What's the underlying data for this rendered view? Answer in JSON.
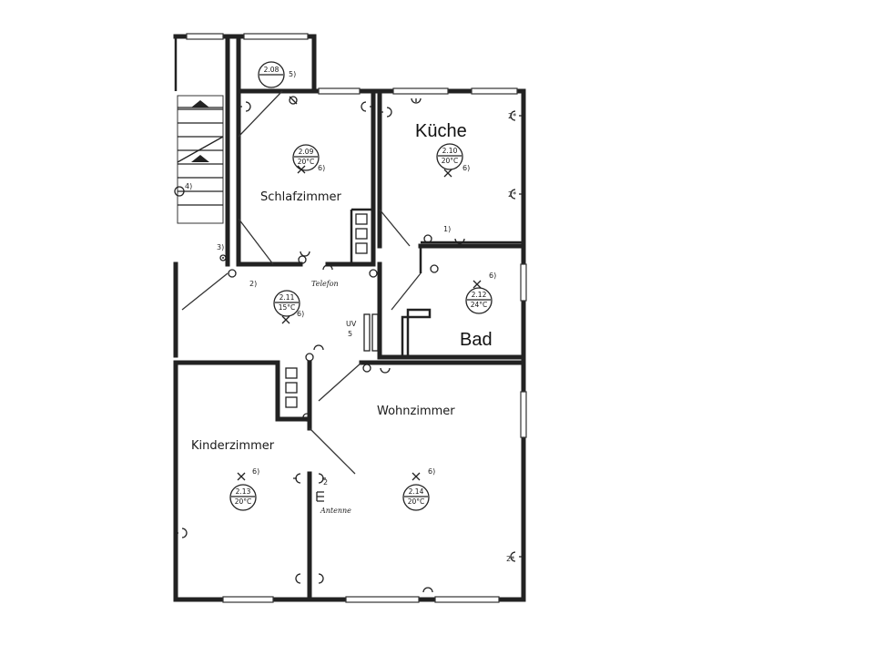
{
  "rooms": {
    "schlafzimmer": "Schlafzimmer",
    "kueche": "Küche",
    "bad": "Bad",
    "wohnzimmer": "Wohnzimmer",
    "kinderzimmer": "Kinderzimmer"
  },
  "markers": [
    {
      "id": "2.08",
      "temp": ""
    },
    {
      "id": "2.09",
      "temp": "20°C"
    },
    {
      "id": "2.10",
      "temp": "20°C"
    },
    {
      "id": "2.11",
      "temp": "15°C"
    },
    {
      "id": "2.12",
      "temp": "24°C"
    },
    {
      "id": "2.13",
      "temp": "20°C"
    },
    {
      "id": "2.14",
      "temp": "20°C"
    }
  ],
  "notes": {
    "uv": "UV",
    "uv_num": "5",
    "telefon": "Telefon",
    "antenne": "Antenne",
    "n1": "1)",
    "n2": "2)",
    "n3": "3)",
    "n4": "4)",
    "n5": "5)",
    "n6": "6)",
    "n2star": "2*"
  }
}
